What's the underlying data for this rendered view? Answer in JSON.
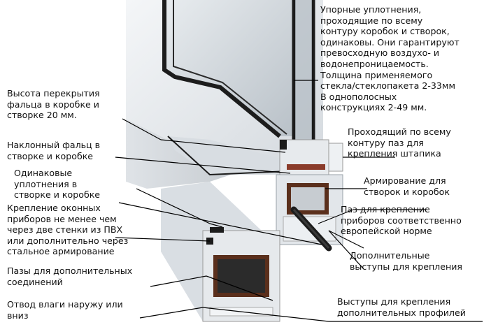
{
  "labels": {
    "top_right": "Упорные уплотнения,\nпроходящие по всему\nконтуру коробок и створок,\nодинаковы. Они гарантируют\nпревосходную воздухо- и\nводонепроницаемость.\nТолщина применяемого\nстекла/стеклопакета 2-33мм\nВ однополосных\nконструкциях 2-49 мм.",
    "rebate_height": "Высота перекрытия\nфальца в коробке и\nстворке 20 мм.",
    "bead_groove": "Проходящий по всему\nконтуру паз для\nкрепления штапика",
    "inclined_rebate": "Наклонный фальц в\nстворке и коробке",
    "reinforcement": "Армирование для\nстворок и коробок",
    "same_seals": "Одинаковые\nуплотнения в\nстворке и коробке",
    "fittings_groove": "Паз для крепление\nприборов соответственно\nевропейской норме",
    "fittings_mount": "Крепление оконных\nприборов не менее чем\nчерез две стенки из ПВХ\nили дополнительно через\nстальное армирование",
    "extra_ledges": "Дополнительные\nвыступы для крепления",
    "extra_grooves": "Пазы для дополнительных\nсоединений",
    "drainage": "Отвод влаги наружу или\nвниз",
    "profile_ledges": "Выступы для крепления\nдополнительных профилей"
  },
  "colors": {
    "pvc_face": "#e4e8ec",
    "pvc_shadow": "#c3c9cf",
    "glass": "#cfd6dc",
    "gasket": "#1c1c1c",
    "reinforcement": "#6b3a22",
    "leader": "#000000"
  }
}
